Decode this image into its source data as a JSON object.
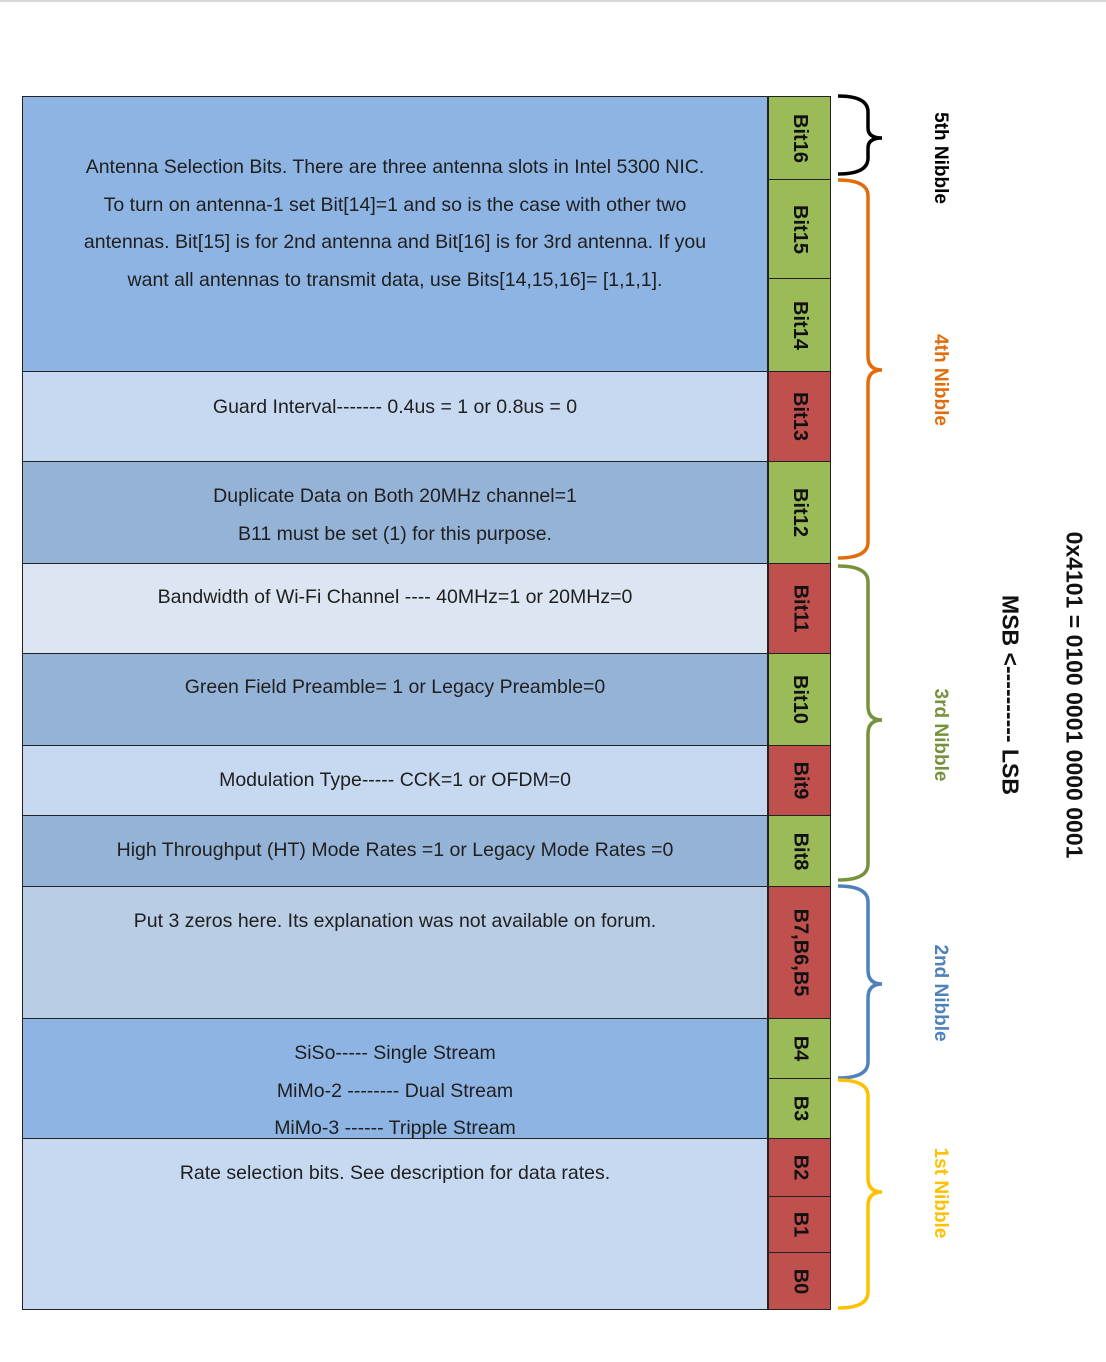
{
  "header": {
    "hex_value": "0x4101 = 0100  0001  0000  0001",
    "direction": "MSB <---------- LSB"
  },
  "nibbles": [
    {
      "label": "5th Nibble",
      "color": "#000000"
    },
    {
      "label": "4th Nibble",
      "color": "#e36c0a"
    },
    {
      "label": "3rd Nibble",
      "color": "#76923c"
    },
    {
      "label": "2nd Nibble",
      "color": "#4f81bd"
    },
    {
      "label": "1st Nibble",
      "color": "#ffc000"
    }
  ],
  "bits": [
    "Bit16",
    "Bit15",
    "Bit14",
    "Bit13",
    "Bit12",
    "Bit11",
    "Bit10",
    "Bit9",
    "Bit8",
    "B7,B6,B5",
    "B4",
    "B3",
    "B2",
    "B1",
    "B0"
  ],
  "descriptions": [
    {
      "lines": [
        "Antenna Selection Bits. There are three antenna slots in Intel 5300 NIC.",
        "To turn on antenna-1 set Bit[14]=1 and so is the case with other two",
        "antennas. Bit[15] is for 2nd antenna and Bit[16] is for 3rd antenna. If you",
        "want all antennas to transmit data, use Bits[14,15,16]= [1,1,1]."
      ]
    },
    {
      "lines": [
        "Guard Interval-------   0.4us = 1  or     0.8us = 0"
      ]
    },
    {
      "lines": [
        "Duplicate Data on Both 20MHz channel=1",
        "B11 must be set (1) for this purpose."
      ]
    },
    {
      "lines": [
        "Bandwidth of Wi-Fi Channel ---- 40MHz=1  or  20MHz=0"
      ]
    },
    {
      "lines": [
        "Green Field Preamble= 1   or Legacy Preamble=0"
      ]
    },
    {
      "lines": [
        "Modulation Type-----      CCK=1   or    OFDM=0"
      ]
    },
    {
      "lines": [
        "High Throughput (HT) Mode Rates  =1     or   Legacy Mode Rates =0"
      ]
    },
    {
      "lines": [
        "Put 3 zeros here. Its explanation was not available on forum."
      ]
    },
    {
      "lines": [
        "SiSo----- Single Stream",
        "MiMo-2 -------- Dual Stream",
        "MiMo-3  ------ Tripple Stream"
      ]
    },
    {
      "lines": [
        "Rate selection bits. See description for data rates."
      ]
    }
  ],
  "colors": {
    "bit_green": "#9bbb59",
    "bit_red": "#c0504d",
    "desc_blue_dark": "#8eb4e3",
    "desc_blue_light": "#c6d9f1",
    "desc_blue_mid": "#95b3d7",
    "desc_blue_pale": "#dce6f2",
    "desc_blue_soft": "#b9cde5"
  }
}
